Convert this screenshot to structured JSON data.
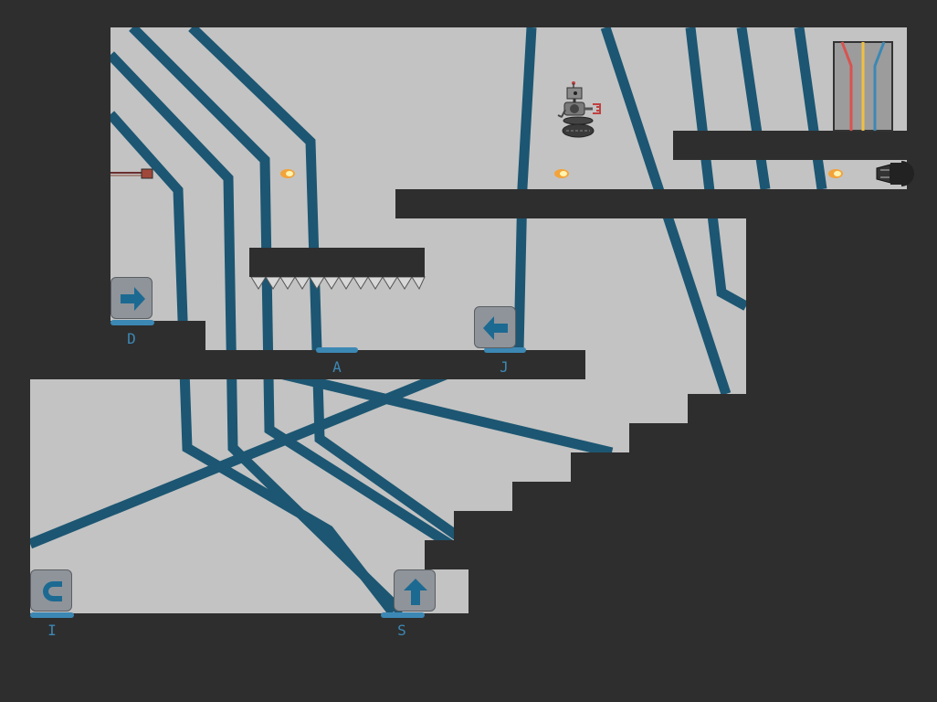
{
  "game": {
    "colors": {
      "wall": "#2e2e2e",
      "room": "#c3c3c3",
      "wire": "#1c5672",
      "accent": "#3c88b4"
    },
    "switches": [
      {
        "key": "D",
        "icon": "arrow-right-icon"
      },
      {
        "key": "A",
        "icon": "pressure-plate"
      },
      {
        "key": "J",
        "icon": "arrow-left-icon"
      },
      {
        "key": "I",
        "icon": "magnet-icon"
      },
      {
        "key": "S",
        "icon": "arrow-up-icon"
      }
    ],
    "hazards": [
      "spike-row",
      "flame-turret",
      "cannon"
    ],
    "exit": {
      "wire_colors": [
        "#d9534f",
        "#f0c040",
        "#3c88b4"
      ]
    }
  }
}
